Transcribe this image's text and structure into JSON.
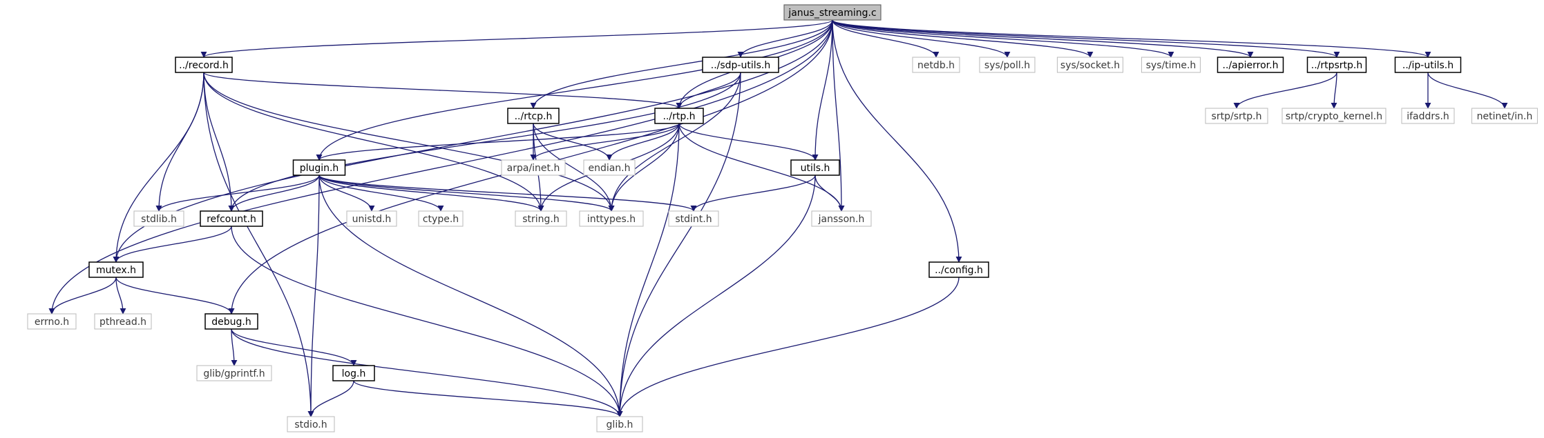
{
  "nodes": [
    {
      "id": "janus_streaming_c",
      "label": "janus_streaming.c",
      "kind": "root"
    },
    {
      "id": "record_h",
      "label": "../record.h",
      "kind": "local"
    },
    {
      "id": "sdp_utils_h",
      "label": "../sdp-utils.h",
      "kind": "local"
    },
    {
      "id": "rtcp_h",
      "label": "../rtcp.h",
      "kind": "local"
    },
    {
      "id": "rtp_h",
      "label": "../rtp.h",
      "kind": "local"
    },
    {
      "id": "plugin_h",
      "label": "plugin.h",
      "kind": "local"
    },
    {
      "id": "utils_h",
      "label": "utils.h",
      "kind": "local"
    },
    {
      "id": "refcount_h",
      "label": "refcount.h",
      "kind": "local"
    },
    {
      "id": "mutex_h",
      "label": "mutex.h",
      "kind": "local"
    },
    {
      "id": "debug_h",
      "label": "debug.h",
      "kind": "local"
    },
    {
      "id": "log_h",
      "label": "log.h",
      "kind": "local"
    },
    {
      "id": "config_h",
      "label": "../config.h",
      "kind": "local"
    },
    {
      "id": "apierror_h",
      "label": "../apierror.h",
      "kind": "local"
    },
    {
      "id": "rtpsrtp_h",
      "label": "../rtpsrtp.h",
      "kind": "local"
    },
    {
      "id": "ip_utils_h",
      "label": "../ip-utils.h",
      "kind": "local"
    },
    {
      "id": "netdb_h",
      "label": "netdb.h",
      "kind": "system"
    },
    {
      "id": "sys_poll_h",
      "label": "sys/poll.h",
      "kind": "system"
    },
    {
      "id": "sys_socket_h",
      "label": "sys/socket.h",
      "kind": "system"
    },
    {
      "id": "sys_time_h",
      "label": "sys/time.h",
      "kind": "system"
    },
    {
      "id": "srtp_srtp_h",
      "label": "srtp/srtp.h",
      "kind": "system"
    },
    {
      "id": "srtp_crypto_kernel_h",
      "label": "srtp/crypto_kernel.h",
      "kind": "system"
    },
    {
      "id": "ifaddrs_h",
      "label": "ifaddrs.h",
      "kind": "system"
    },
    {
      "id": "netinet_in_h",
      "label": "netinet/in.h",
      "kind": "system"
    },
    {
      "id": "arpa_inet_h",
      "label": "arpa/inet.h",
      "kind": "system"
    },
    {
      "id": "endian_h",
      "label": "endian.h",
      "kind": "system"
    },
    {
      "id": "stdlib_h",
      "label": "stdlib.h",
      "kind": "system"
    },
    {
      "id": "unistd_h",
      "label": "unistd.h",
      "kind": "system"
    },
    {
      "id": "ctype_h",
      "label": "ctype.h",
      "kind": "system"
    },
    {
      "id": "string_h",
      "label": "string.h",
      "kind": "system"
    },
    {
      "id": "inttypes_h",
      "label": "inttypes.h",
      "kind": "system"
    },
    {
      "id": "stdint_h",
      "label": "stdint.h",
      "kind": "system"
    },
    {
      "id": "jansson_h",
      "label": "jansson.h",
      "kind": "system"
    },
    {
      "id": "errno_h",
      "label": "errno.h",
      "kind": "system"
    },
    {
      "id": "pthread_h",
      "label": "pthread.h",
      "kind": "system"
    },
    {
      "id": "glib_gprintf_h",
      "label": "glib/gprintf.h",
      "kind": "system"
    },
    {
      "id": "stdio_h",
      "label": "stdio.h",
      "kind": "system"
    },
    {
      "id": "glib_h",
      "label": "glib.h",
      "kind": "system"
    }
  ],
  "edges": [
    [
      "janus_streaming_c",
      "record_h"
    ],
    [
      "janus_streaming_c",
      "sdp_utils_h"
    ],
    [
      "janus_streaming_c",
      "rtcp_h"
    ],
    [
      "janus_streaming_c",
      "rtp_h"
    ],
    [
      "janus_streaming_c",
      "plugin_h"
    ],
    [
      "janus_streaming_c",
      "utils_h"
    ],
    [
      "janus_streaming_c",
      "mutex_h"
    ],
    [
      "janus_streaming_c",
      "debug_h"
    ],
    [
      "janus_streaming_c",
      "errno_h"
    ],
    [
      "janus_streaming_c",
      "jansson_h"
    ],
    [
      "janus_streaming_c",
      "config_h"
    ],
    [
      "janus_streaming_c",
      "netdb_h"
    ],
    [
      "janus_streaming_c",
      "sys_poll_h"
    ],
    [
      "janus_streaming_c",
      "sys_socket_h"
    ],
    [
      "janus_streaming_c",
      "sys_time_h"
    ],
    [
      "janus_streaming_c",
      "apierror_h"
    ],
    [
      "janus_streaming_c",
      "rtpsrtp_h"
    ],
    [
      "janus_streaming_c",
      "ip_utils_h"
    ],
    [
      "rtpsrtp_h",
      "srtp_srtp_h"
    ],
    [
      "rtpsrtp_h",
      "srtp_crypto_kernel_h"
    ],
    [
      "ip_utils_h",
      "ifaddrs_h"
    ],
    [
      "ip_utils_h",
      "netinet_in_h"
    ],
    [
      "record_h",
      "rtp_h"
    ],
    [
      "record_h",
      "stdio_h"
    ],
    [
      "record_h",
      "stdlib_h"
    ],
    [
      "record_h",
      "refcount_h"
    ],
    [
      "record_h",
      "mutex_h"
    ],
    [
      "record_h",
      "string_h"
    ],
    [
      "record_h",
      "inttypes_h"
    ],
    [
      "sdp_utils_h",
      "rtp_h"
    ],
    [
      "sdp_utils_h",
      "refcount_h"
    ],
    [
      "sdp_utils_h",
      "inttypes_h"
    ],
    [
      "sdp_utils_h",
      "glib_h"
    ],
    [
      "rtcp_h",
      "arpa_inet_h"
    ],
    [
      "rtcp_h",
      "endian_h"
    ],
    [
      "rtcp_h",
      "inttypes_h"
    ],
    [
      "rtcp_h",
      "string_h"
    ],
    [
      "rtp_h",
      "arpa_inet_h"
    ],
    [
      "rtp_h",
      "endian_h"
    ],
    [
      "rtp_h",
      "inttypes_h"
    ],
    [
      "rtp_h",
      "string_h"
    ],
    [
      "rtp_h",
      "glib_h"
    ],
    [
      "rtp_h",
      "plugin_h"
    ],
    [
      "rtp_h",
      "utils_h"
    ],
    [
      "rtp_h",
      "jansson_h"
    ],
    [
      "plugin_h",
      "stdlib_h"
    ],
    [
      "plugin_h",
      "refcount_h"
    ],
    [
      "plugin_h",
      "unistd_h"
    ],
    [
      "plugin_h",
      "ctype_h"
    ],
    [
      "plugin_h",
      "string_h"
    ],
    [
      "plugin_h",
      "inttypes_h"
    ],
    [
      "plugin_h",
      "stdint_h"
    ],
    [
      "plugin_h",
      "stdio_h"
    ],
    [
      "plugin_h",
      "glib_h"
    ],
    [
      "utils_h",
      "stdint_h"
    ],
    [
      "utils_h",
      "jansson_h"
    ],
    [
      "utils_h",
      "glib_h"
    ],
    [
      "refcount_h",
      "mutex_h"
    ],
    [
      "refcount_h",
      "glib_h"
    ],
    [
      "mutex_h",
      "errno_h"
    ],
    [
      "mutex_h",
      "pthread_h"
    ],
    [
      "mutex_h",
      "debug_h"
    ],
    [
      "debug_h",
      "glib_gprintf_h"
    ],
    [
      "debug_h",
      "log_h"
    ],
    [
      "debug_h",
      "glib_h"
    ],
    [
      "log_h",
      "stdio_h"
    ],
    [
      "log_h",
      "glib_h"
    ],
    [
      "config_h",
      "glib_h"
    ]
  ]
}
